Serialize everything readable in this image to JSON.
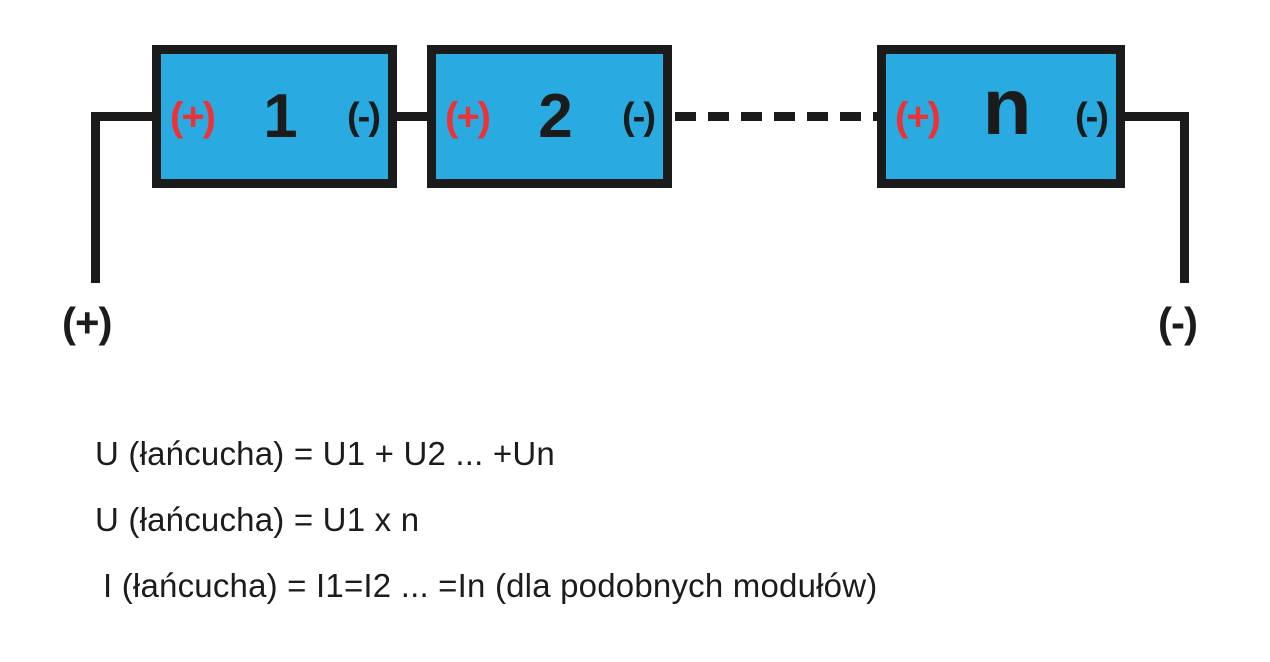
{
  "colors": {
    "module_fill": "#29ABE2",
    "positive_red": "#EE3135",
    "line_black": "#1B1B1B",
    "text_black": "#1C1C1C"
  },
  "diagram": {
    "modules": [
      {
        "label": "1",
        "plus": "(+)",
        "minus": "(-)"
      },
      {
        "label": "2",
        "plus": "(+)",
        "minus": "(-)"
      },
      {
        "label": "n",
        "plus": "(+)",
        "minus": "(-)"
      }
    ],
    "terminals": {
      "positive": "(+)",
      "negative": "(-)"
    }
  },
  "formulas": [
    "U (łańcucha) = U1 + U2 ... +Un",
    "U (łańcucha) = U1 x n",
    "I (łańcucha) = I1=I2 ... =In (dla podobnych modułów)"
  ]
}
